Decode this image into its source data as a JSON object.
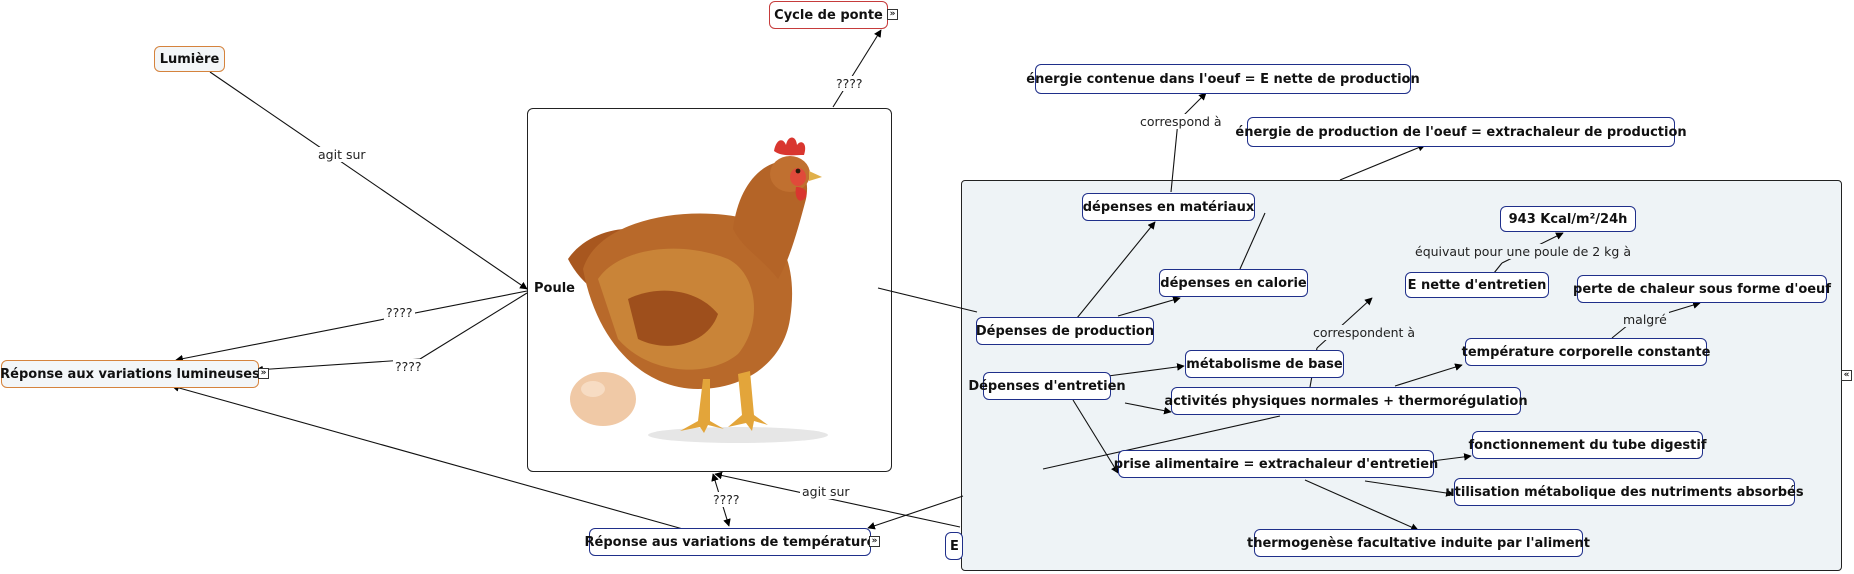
{
  "nodes": {
    "lumiere": "Lumière",
    "cycle_ponte": "Cycle de ponte",
    "poule": "Poule",
    "reponse_lum": "Réponse aux variations lumineuses",
    "reponse_temp": "Réponse aus variations de température",
    "partial_e": "E",
    "energie_oeuf": "énergie contenue dans l'oeuf = E nette de production",
    "energie_prod": "énergie de production de l'oeuf = extrachaleur de production",
    "dep_materiaux": "dépenses en matériaux",
    "dep_calorie": "dépenses en calorie",
    "dep_production": "Dépenses de production",
    "kcal": "943 Kcal/m²/24h",
    "e_nette": "E nette d'entretien",
    "perte_chaleur": "perte de chaleur sous forme d'oeuf",
    "metab_base": "métabolisme de base",
    "temp_constante": "température corporelle constante",
    "dep_entretien": "Dépenses d'entretien",
    "activites": "activités physiques normales + thermorégulation",
    "tube_digestif": "fonctionnement du tube digestif",
    "prise_alim": "prise alimentaire = extrachaleur d'entretien",
    "utilisation": "utilisation métabolique des nutriments absorbés",
    "thermogenese": "thermogenèse facultative induite par l'aliment"
  },
  "links": {
    "agit_sur_1": "agit sur",
    "q_cycle": "????",
    "q_lum_1": "????",
    "q_lum_2": "????",
    "q_temp": "????",
    "agit_sur_2": "agit sur",
    "correspond": "correspond à",
    "equivaut": "équivaut pour une poule de 2 kg à",
    "correspondent": "correspondent à",
    "malgre": "malgré"
  },
  "icons": {
    "expand": "expand-icon",
    "collapse": "collapse-icon",
    "hen": "hen-illustration",
    "egg": "egg-illustration"
  },
  "colors": {
    "node_border": "#1f2f8a",
    "orange_border": "#d5833d",
    "red_border": "#c63b3b",
    "panel_fill": "#eef3f6"
  }
}
